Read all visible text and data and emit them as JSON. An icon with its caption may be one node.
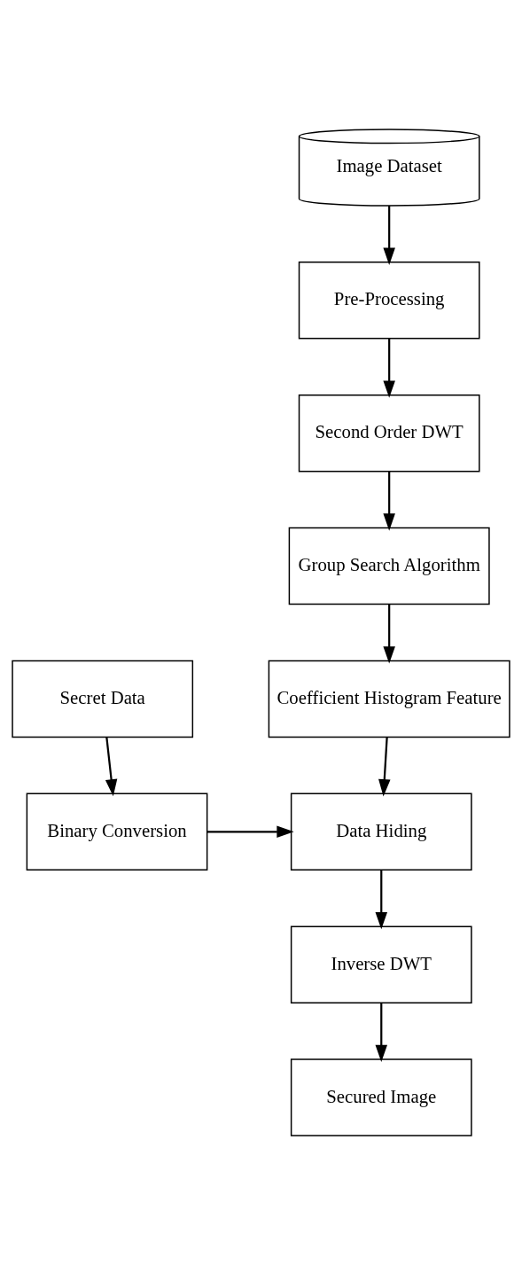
{
  "diagram": {
    "nodes": [
      {
        "text": [
          "Image Dataset"
        ]
      },
      {
        "text": [
          "Pre-Processing"
        ]
      },
      {
        "text": [
          "Second Order DWT"
        ]
      },
      {
        "text": [
          "Group Search Algorithm"
        ]
      },
      {
        "text": [
          "Coefficient Histogram Feature"
        ]
      },
      {
        "text": [
          "Secret Data"
        ]
      },
      {
        "text": [
          "Data Hiding"
        ]
      },
      {
        "text": [
          "Binary Conversion"
        ]
      },
      {
        "text": [
          "Inverse DWT"
        ]
      },
      {
        "text": [
          "Secured Image"
        ]
      }
    ],
    "edges": [
      {
        "from": 0,
        "to": 1,
        "arrow": "to"
      },
      {
        "from": 1,
        "to": 2,
        "arrow": "to"
      },
      {
        "from": 2,
        "to": 3,
        "arrow": "to"
      },
      {
        "from": 3,
        "to": 4,
        "arrow": "to"
      },
      {
        "from": 4,
        "to": 6,
        "arrow": "to"
      },
      {
        "from": 5,
        "to": 7,
        "arrow": "to"
      },
      {
        "from": 7,
        "to": 6,
        "arrow": "to"
      },
      {
        "from": 6,
        "to": 8,
        "arrow": "to"
      },
      {
        "from": 8,
        "to": 9,
        "arrow": "to"
      }
    ]
  }
}
